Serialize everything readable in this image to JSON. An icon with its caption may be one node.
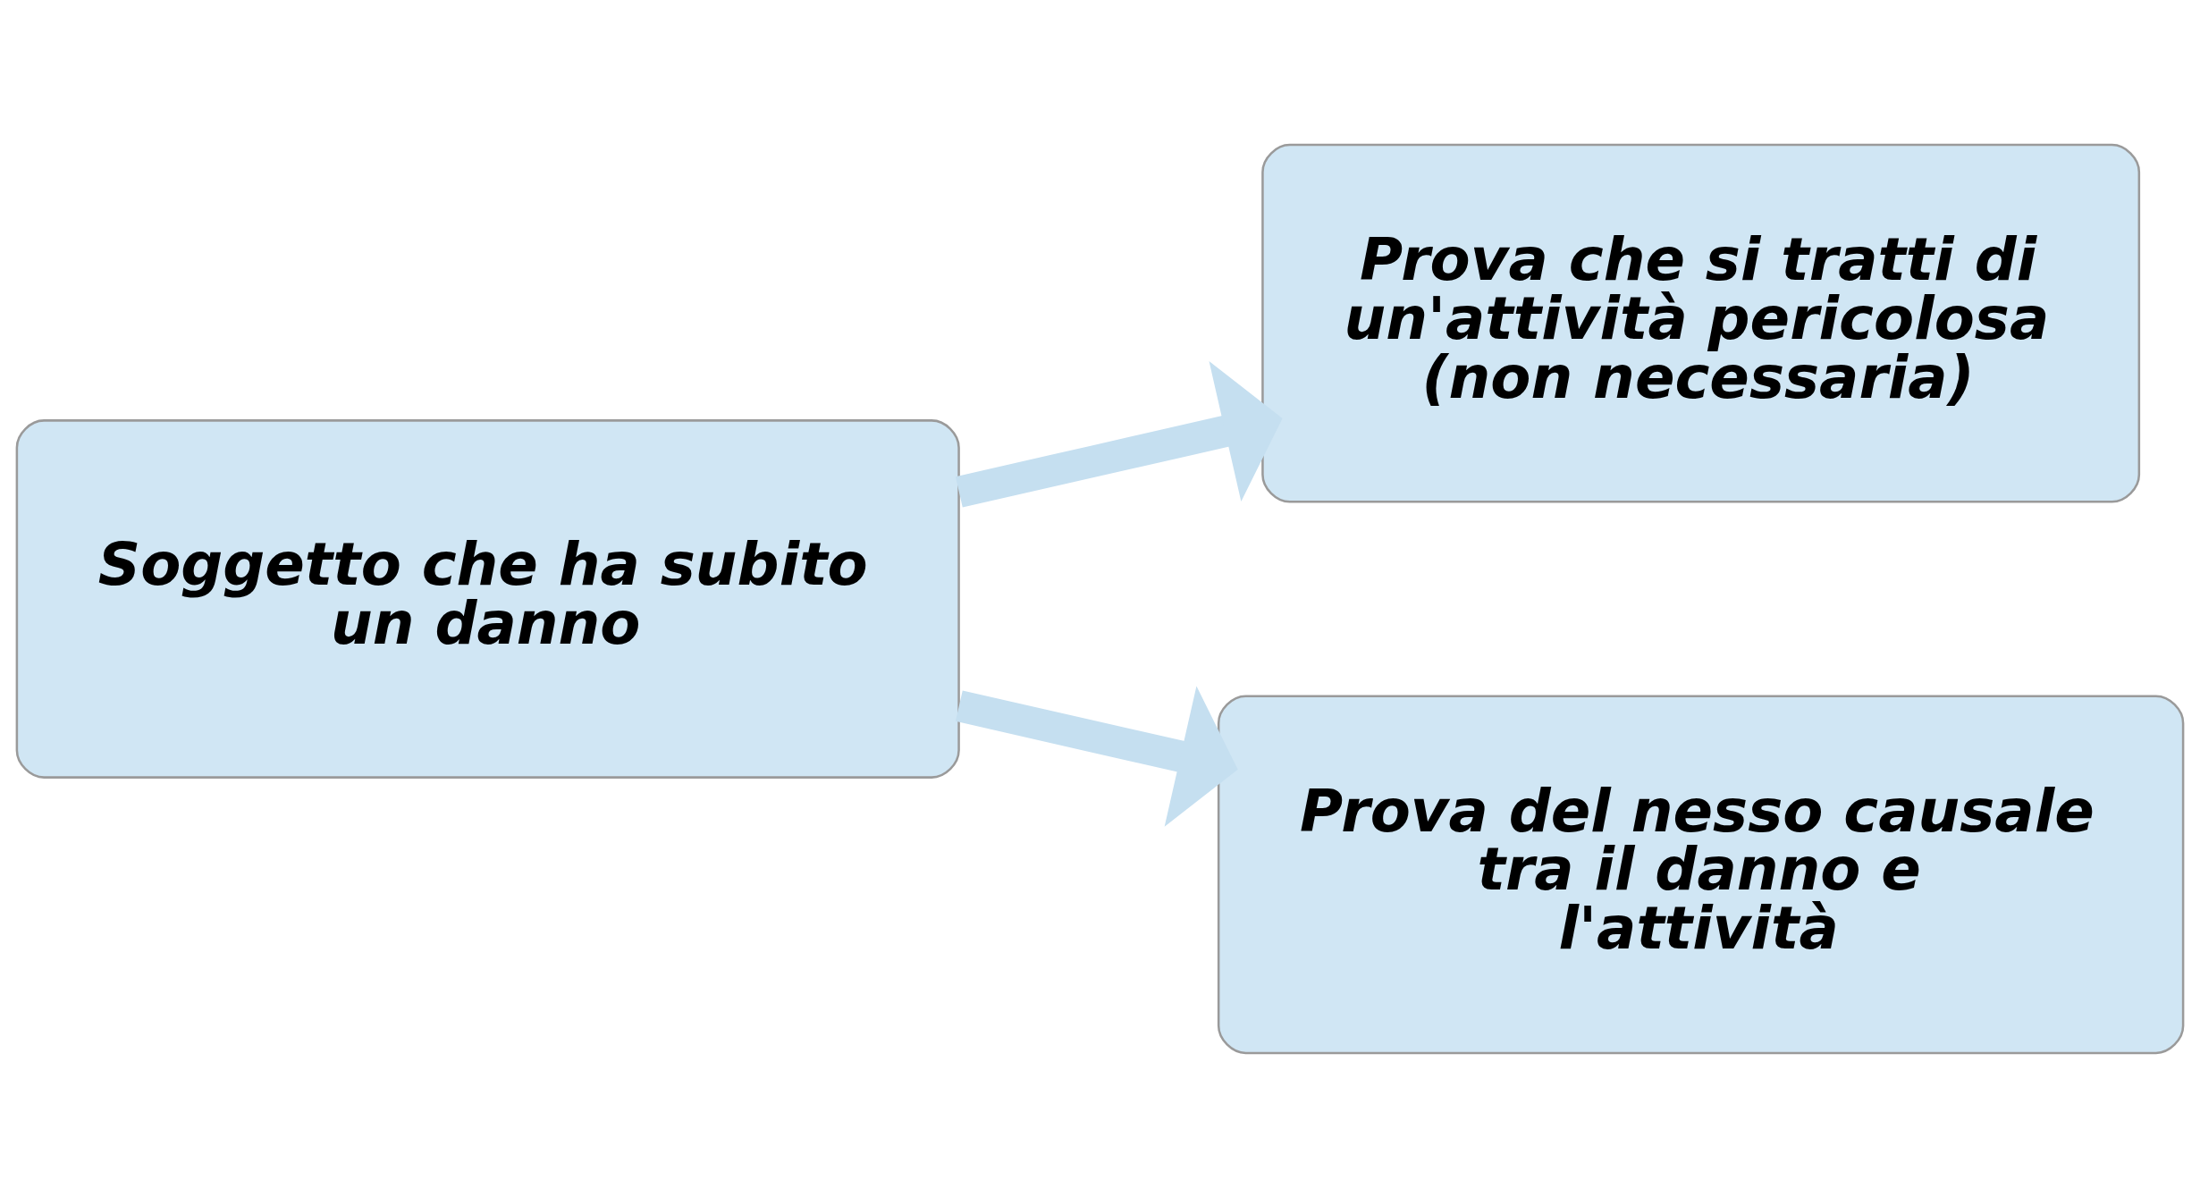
{
  "diagram": {
    "nodes": [
      {
        "text": [
          "Soggetto che ha subito un danno"
        ]
      },
      {
        "text": [
          "Prova che si tratti di un'attività pericolosa (non necessaria)"
        ]
      },
      {
        "text": [
          "Prova del nesso causale tra il danno e l'attività"
        ]
      }
    ],
    "edges": [
      {
        "from": 0,
        "to": 1,
        "arrow": "to"
      },
      {
        "from": 0,
        "to": 2,
        "arrow": "to"
      }
    ]
  }
}
